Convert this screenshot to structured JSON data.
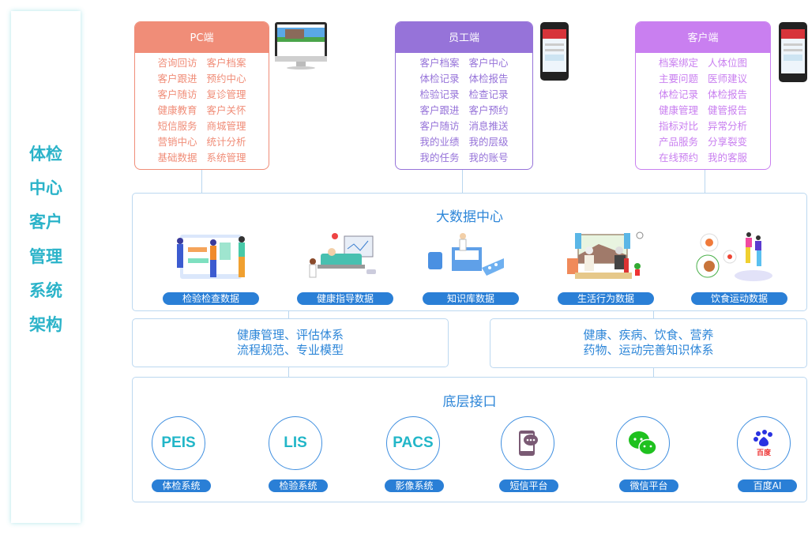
{
  "sidebar": {
    "title_lines": [
      "体检",
      "中心",
      "客户",
      "管理",
      "系统",
      "架构"
    ]
  },
  "clients": [
    {
      "title": "PC端",
      "color": "#f08d78",
      "items": [
        "咨询回访",
        "客户档案",
        "客户跟进",
        "预约中心",
        "客户随访",
        "复诊管理",
        "健康教育",
        "客户关怀",
        "短信服务",
        "商城管理",
        "营销中心",
        "统计分析",
        "基础数据",
        "系统管理"
      ]
    },
    {
      "title": "员工端",
      "color": "#9673d9",
      "items": [
        "客户档案",
        "客户中心",
        "体检记录",
        "体检报告",
        "检验记录",
        "检查记录",
        "客户跟进",
        "客户预约",
        "客户随访",
        "消息推送",
        "我的业绩",
        "我的层级",
        "我的任务",
        "我的账号"
      ]
    },
    {
      "title": "客户端",
      "color": "#c97ff0",
      "items": [
        "档案绑定",
        "人体位图",
        "主要问题",
        "医师建议",
        "体检记录",
        "体检报告",
        "健康管理",
        "健管报告",
        "指标对比",
        "异常分析",
        "产品服务",
        "分享裂变",
        "在线预约",
        "我的客服"
      ]
    }
  ],
  "bigdata": {
    "title": "大数据中心",
    "items": [
      "检验检查数据",
      "健康指导数据",
      "知识库数据",
      "生活行为数据",
      "饮食运动数据"
    ]
  },
  "middle": {
    "left": [
      "健康管理、评估体系",
      "流程规范、专业模型"
    ],
    "right": [
      "健康、疾病、饮食、营养",
      "药物、运动完善知识体系"
    ]
  },
  "interfaces": {
    "title": "底层接口",
    "items": [
      {
        "logo": "PEIS",
        "label": "体检系统"
      },
      {
        "logo": "LIS",
        "label": "检验系统"
      },
      {
        "logo": "PACS",
        "label": "影像系统"
      },
      {
        "icon": "sms-phone-icon",
        "label": "短信平台"
      },
      {
        "icon": "wechat-icon",
        "label": "微信平台"
      },
      {
        "icon": "baidu-icon",
        "logo_text": "百度",
        "label": "百度AI"
      }
    ]
  }
}
